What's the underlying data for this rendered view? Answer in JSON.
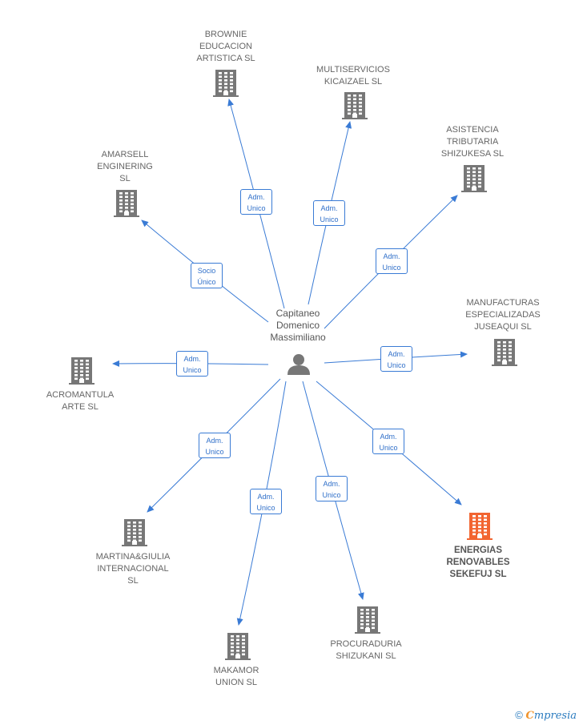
{
  "colors": {
    "edge": "#3a7bd5",
    "building": "#777777",
    "building_highlight": "#f26531",
    "person": "#777777"
  },
  "center": {
    "label_lines": [
      "Capitaneo",
      "Domenico",
      "Massimiliano"
    ],
    "icon": "person-icon"
  },
  "nodes": [
    {
      "id": "brownie",
      "lines": [
        "BROWNIE",
        "EDUCACION",
        "ARTISTICA  SL"
      ],
      "role": [
        "Adm.",
        "Unico"
      ],
      "highlight": false
    },
    {
      "id": "multiservicios",
      "lines": [
        "MULTISERVICIOS",
        "KICAIZAEL  SL"
      ],
      "role": [
        "Adm.",
        "Unico"
      ],
      "highlight": false
    },
    {
      "id": "asistencia",
      "lines": [
        "ASISTENCIA",
        "TRIBUTARIA",
        "SHIZUKESA  SL"
      ],
      "role": [
        "Adm.",
        "Unico"
      ],
      "highlight": false
    },
    {
      "id": "amarsell",
      "lines": [
        "AMARSELL",
        "ENGINERING",
        "SL"
      ],
      "role": [
        "Socio",
        "Único"
      ],
      "highlight": false
    },
    {
      "id": "manufacturas",
      "lines": [
        "MANUFACTURAS",
        "ESPECIALIZADAS",
        "JUSEAQUI  SL"
      ],
      "role": [
        "Adm.",
        "Unico"
      ],
      "highlight": false
    },
    {
      "id": "acromantula",
      "lines": [
        "ACROMANTULA",
        "ARTE  SL"
      ],
      "role": [
        "Adm.",
        "Unico"
      ],
      "highlight": false
    },
    {
      "id": "martina",
      "lines": [
        "MARTINA&GIULIA",
        "INTERNACIONAL",
        "SL"
      ],
      "role": [
        "Adm.",
        "Unico"
      ],
      "highlight": false
    },
    {
      "id": "makamor",
      "lines": [
        "MAKAMOR",
        "UNION  SL"
      ],
      "role": [
        "Adm.",
        "Unico"
      ],
      "highlight": false
    },
    {
      "id": "procuraduria",
      "lines": [
        "PROCURADURIA",
        "SHIZUKANI  SL"
      ],
      "role": [
        "Adm.",
        "Unico"
      ],
      "highlight": false
    },
    {
      "id": "energias",
      "lines": [
        "ENERGIAS",
        "RENOVABLES",
        "SEKEFUJ  SL"
      ],
      "role": [
        "Adm.",
        "Unico"
      ],
      "highlight": true
    }
  ],
  "footer": {
    "copyright": "©",
    "brand_first": "C",
    "brand_rest": "mpresia"
  }
}
